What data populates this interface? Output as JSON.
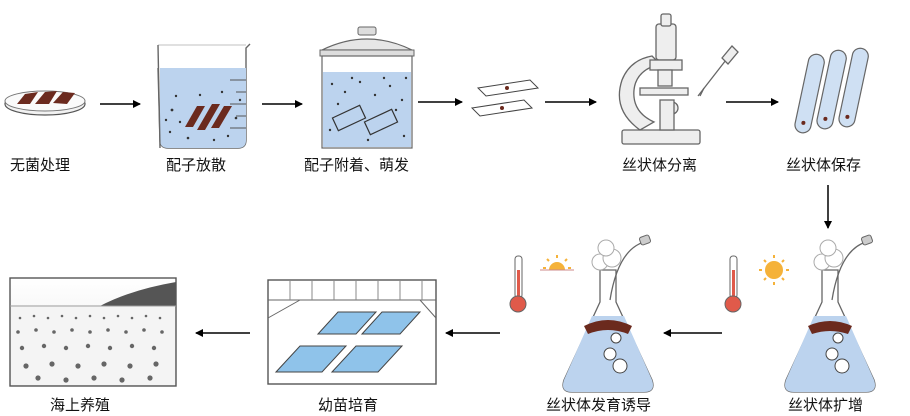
{
  "steps": {
    "s1": "无菌处理",
    "s2": "配子放散",
    "s3": "配子附着、萌发",
    "s4": "丝状体分离",
    "s5": "丝状体保存",
    "s6": "丝状体扩增",
    "s7": "丝状体发育诱导",
    "s8": "幼苗培育",
    "s9": "海上养殖"
  },
  "icons": {
    "s1": "petri-dish-with-seaweed-icon",
    "s2": "beaker-with-seaweed-icon",
    "s3": "lidded-tank-with-slides-icon",
    "s4": "microscope-with-dropper-icon",
    "s5": "test-tubes-icon",
    "s6": "flask-with-thermometer-and-sun-icon",
    "s7": "flask-with-thermometer-and-sun-icon",
    "s8": "seedling-pond-icon",
    "s9": "sea-farm-icon"
  },
  "colors": {
    "seaweed": "#6b2a1e",
    "water": "#bcd3ee",
    "pond": "#8fc3ea",
    "arrow": "#000000"
  }
}
